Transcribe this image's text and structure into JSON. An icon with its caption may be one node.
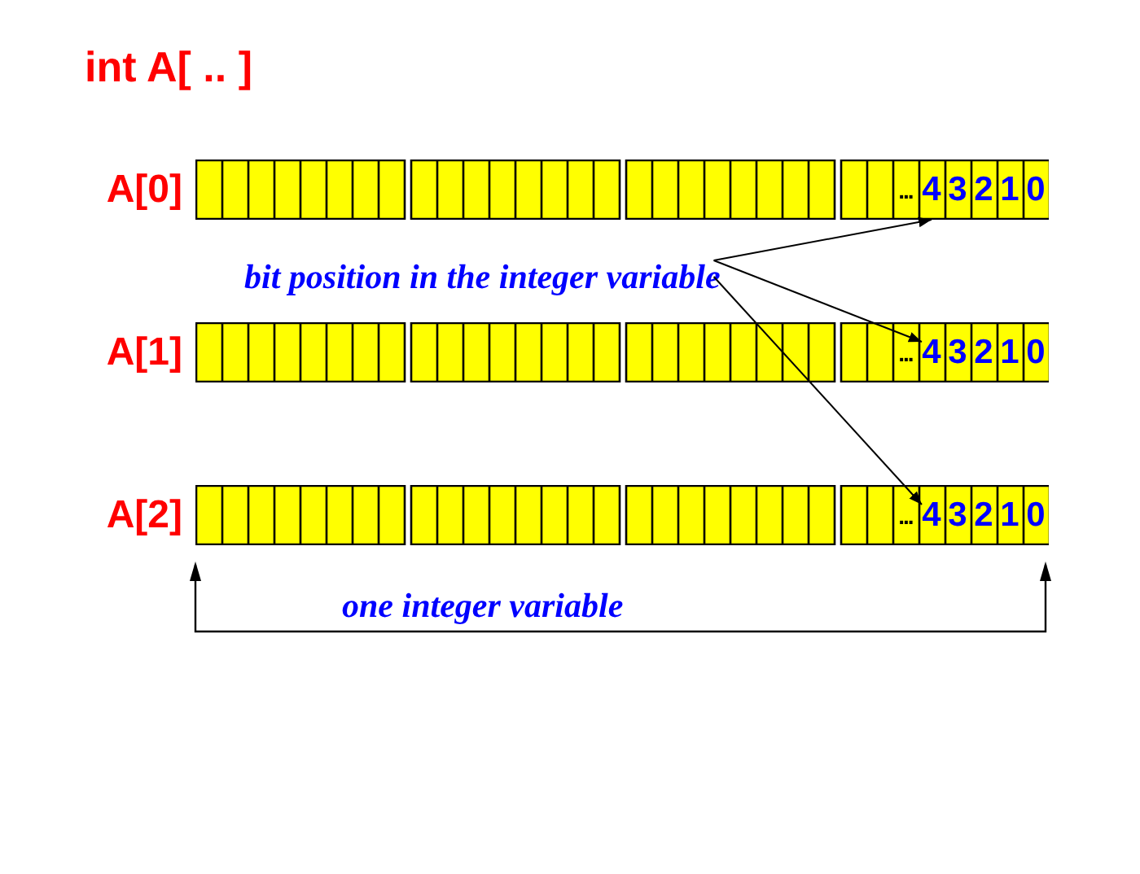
{
  "diagram": {
    "title": "int A[ .. ]",
    "nodes": [
      {
        "text": [],
        "shape": "bar",
        "beside": [
          "A[0]"
        ]
      },
      {
        "text": [
          "..."
        ],
        "in": 0
      },
      {
        "text": [
          "4"
        ],
        "in": 0
      },
      {
        "text": [
          "3"
        ],
        "in": 0
      },
      {
        "text": [
          "2"
        ],
        "in": 0
      },
      {
        "text": [
          "1"
        ],
        "in": 0
      },
      {
        "text": [
          "0"
        ],
        "in": 0
      },
      {
        "text": [
          "bit position in the integer variable"
        ]
      },
      {
        "text": [],
        "shape": "bar",
        "beside": [
          "A[1]"
        ]
      },
      {
        "text": [
          "..."
        ],
        "in": 8
      },
      {
        "text": [
          "4"
        ],
        "in": 8
      },
      {
        "text": [
          "3"
        ],
        "in": 8
      },
      {
        "text": [
          "2"
        ],
        "in": 8
      },
      {
        "text": [
          "1"
        ],
        "in": 8
      },
      {
        "text": [
          "0"
        ],
        "in": 8
      },
      {
        "text": [],
        "shape": "bar",
        "beside": [
          "A[2]"
        ]
      },
      {
        "text": [
          "..."
        ],
        "in": 15
      },
      {
        "text": [
          "4"
        ],
        "in": 15
      },
      {
        "text": [
          "3"
        ],
        "in": 15
      },
      {
        "text": [
          "2"
        ],
        "in": 15
      },
      {
        "text": [
          "1"
        ],
        "in": 15
      },
      {
        "text": [
          "0"
        ],
        "in": 15
      }
    ],
    "edges": [
      {
        "from": 7,
        "to": 2,
        "arrow": "to"
      },
      {
        "from": 7,
        "to": 10,
        "arrow": "to"
      },
      {
        "from": 7,
        "to": 17,
        "arrow": "to"
      }
    ],
    "labels": [
      "one integer variable"
    ]
  }
}
